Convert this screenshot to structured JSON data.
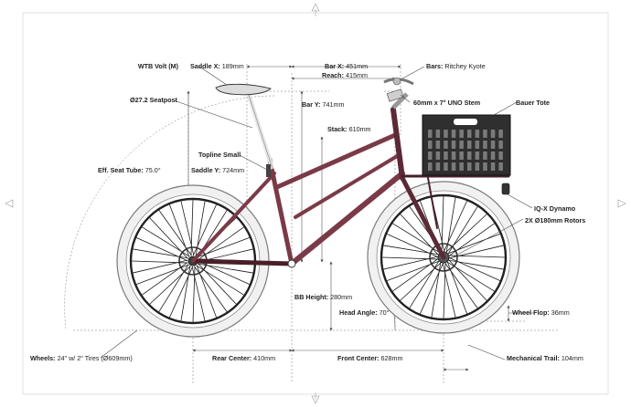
{
  "diagram": {
    "components": [
      {
        "id": "saddle",
        "name": "WTB Volt",
        "value": "(M)"
      },
      {
        "id": "saddle_x",
        "name": "Saddle X:",
        "value": "189mm"
      },
      {
        "id": "bar_x",
        "name": "Bar X:",
        "value": "451mm"
      },
      {
        "id": "reach",
        "name": "Reach:",
        "value": "415mm"
      },
      {
        "id": "bars",
        "name": "Bars:",
        "value": "Ritchey Kyote"
      },
      {
        "id": "seatpost",
        "name": "Ø27.2 Seatpost",
        "value": ""
      },
      {
        "id": "stem",
        "name": "60mm x 7° UNO Stem",
        "value": ""
      },
      {
        "id": "bar_y",
        "name": "Bar Y:",
        "value": "741mm"
      },
      {
        "id": "tote",
        "name": "Bauer Tote",
        "value": ""
      },
      {
        "id": "stack",
        "name": "Stack:",
        "value": "610mm"
      },
      {
        "id": "topline",
        "name": "Topline Small",
        "value": ""
      },
      {
        "id": "seat_tube",
        "name": "Eff. Seat Tube:",
        "value": "75.0°"
      },
      {
        "id": "saddle_y",
        "name": "Saddle Y:",
        "value": "724mm"
      },
      {
        "id": "dynamo",
        "name": "IQ-X Dynamo",
        "value": ""
      },
      {
        "id": "rotors",
        "name": "2X Ø180mm Rotors",
        "value": ""
      },
      {
        "id": "bb_height",
        "name": "BB Height:",
        "value": "280mm"
      },
      {
        "id": "head_angle",
        "name": "Head Angle:",
        "value": "70°"
      },
      {
        "id": "wheel_flop",
        "name": "Wheel Flop:",
        "value": "36mm"
      },
      {
        "id": "wheels",
        "name": "Wheels:",
        "value": "24\" w/ 2\" Tires (Ø609mm)"
      },
      {
        "id": "rear_center",
        "name": "Rear Center:",
        "value": "410mm"
      },
      {
        "id": "front_center",
        "name": "Front Center:",
        "value": "628mm"
      },
      {
        "id": "trail",
        "name": "Mechanical Trail:",
        "value": "104mm"
      }
    ]
  },
  "colors": {
    "frame": "#7a3a48",
    "frame_dark": "#4a1f2a",
    "tire": "#f2f2f2",
    "tire_edge": "#777777",
    "crate": "#3a3a3a",
    "ink": "#222222"
  }
}
